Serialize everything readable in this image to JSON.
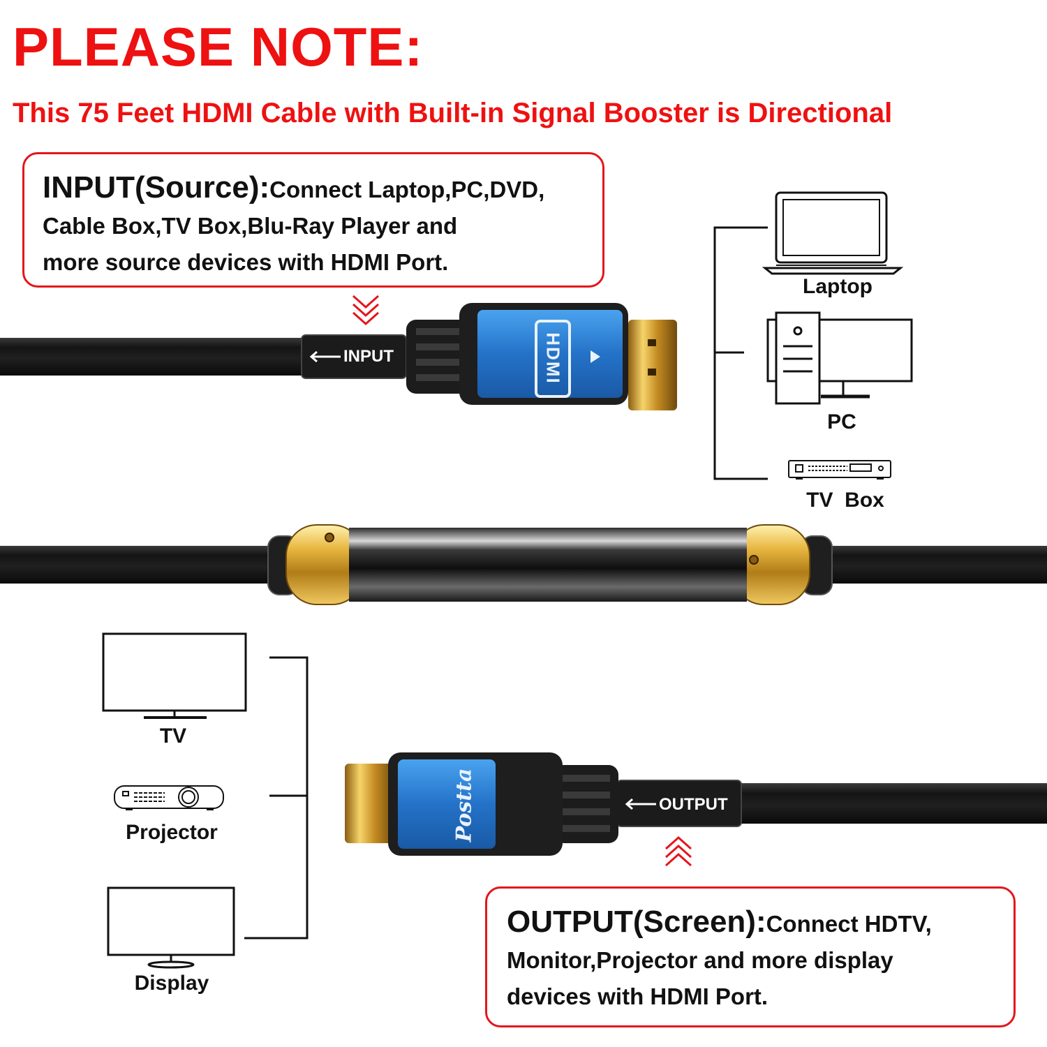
{
  "header": {
    "title": "PLEASE NOTE:",
    "subtitle": "This 75 Feet HDMI Cable with Built-in Signal Booster is Directional"
  },
  "input_note": {
    "heading": "INPUT(Source):",
    "line1": "Connect Laptop,PC,DVD,",
    "line2": "Cable Box,TV Box,Blu-Ray Player and",
    "line3": "more source devices with HDMI Port."
  },
  "output_note": {
    "heading": "OUTPUT(Screen):",
    "line1": "Connect HDTV,",
    "line2": "Monitor,Projector and more display",
    "line3": "devices with HDMI Port."
  },
  "input_plug": {
    "label": "INPUT",
    "logo": "HDMI"
  },
  "output_plug": {
    "label": "OUTPUT",
    "logo": "Postta"
  },
  "source_devices": [
    {
      "label": "Laptop",
      "icon": "laptop-icon"
    },
    {
      "label": "PC",
      "icon": "pc-icon"
    },
    {
      "label": "TV  Box",
      "icon": "tv-box-icon"
    }
  ],
  "display_devices": [
    {
      "label": "TV",
      "icon": "tv-icon"
    },
    {
      "label": "Projector",
      "icon": "projector-icon"
    },
    {
      "label": "Display",
      "icon": "display-icon"
    }
  ],
  "colors": {
    "accent": "#e4161b",
    "plug_blue": "#2a7fd4",
    "cable": "#151515",
    "gold": "#d9a52f"
  }
}
